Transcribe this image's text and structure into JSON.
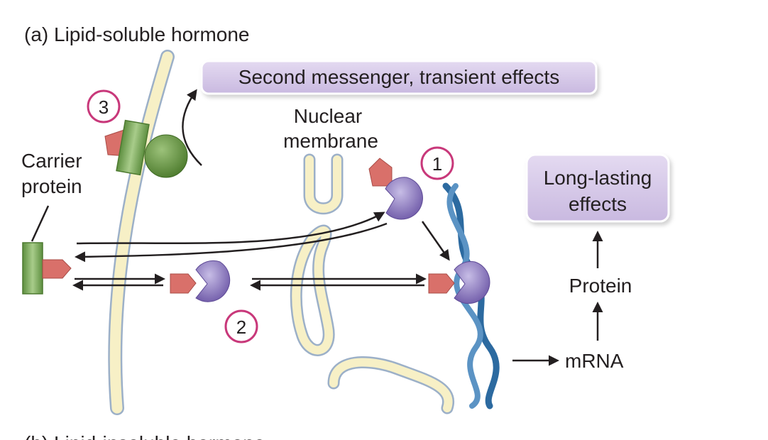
{
  "title_a": "(a) Lipid-soluble hormone",
  "title_b": "(b) Lipid-insoluble hormone",
  "boxes": {
    "second_messenger": "Second messenger, transient effects",
    "long_lasting_line1": "Long-lasting",
    "long_lasting_line2": "effects"
  },
  "labels": {
    "nuclear_line1": "Nuclear",
    "nuclear_line2": "membrane",
    "carrier_line1": "Carrier",
    "carrier_line2": "protein",
    "protein": "Protein",
    "mrna": "mRNA"
  },
  "steps": [
    "1",
    "2",
    "3"
  ],
  "colors": {
    "membrane_fill": "#f7f0c6",
    "membrane_edge": "#9cb0c8",
    "box_fill": "#d4c6e6",
    "box_edge": "#b7a6cf",
    "hormone": "#d9706a",
    "receptor_purple": "#8a78c0",
    "receptor_green": "#5f8f3c",
    "carrier_green": "#7aa860",
    "dna": "#2c6aa0",
    "badge_edge": "#c8387a"
  }
}
